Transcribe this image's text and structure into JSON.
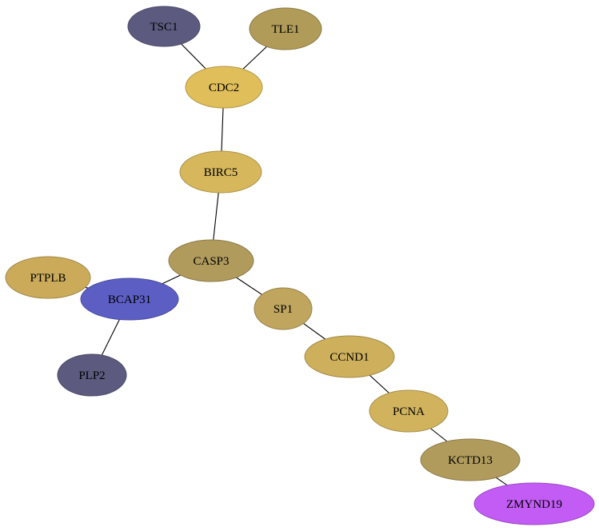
{
  "nodes": [
    {
      "id": "TSC1",
      "label": "TSC1",
      "color": "#5c5b7f"
    },
    {
      "id": "TLE1",
      "label": "TLE1",
      "color": "#b09b58"
    },
    {
      "id": "CDC2",
      "label": "CDC2",
      "color": "#e0be5a"
    },
    {
      "id": "BIRC5",
      "label": "BIRC5",
      "color": "#d6b75c"
    },
    {
      "id": "CASP3",
      "label": "CASP3",
      "color": "#b09b5c"
    },
    {
      "id": "PTPLB",
      "label": "PTPLB",
      "color": "#cbab5a"
    },
    {
      "id": "BCAP31",
      "label": "BCAP31",
      "color": "#5c5ec4"
    },
    {
      "id": "SP1",
      "label": "SP1",
      "color": "#bfa55e"
    },
    {
      "id": "PLP2",
      "label": "PLP2",
      "color": "#5c5b7f"
    },
    {
      "id": "CCND1",
      "label": "CCND1",
      "color": "#cdaf5c"
    },
    {
      "id": "PCNA",
      "label": "PCNA",
      "color": "#d1b35e"
    },
    {
      "id": "KCTD13",
      "label": "KCTD13",
      "color": "#b19b5c"
    },
    {
      "id": "ZMYND19",
      "label": "ZMYND19",
      "color": "#c25cf5"
    }
  ],
  "edges": [
    [
      "TSC1",
      "CDC2"
    ],
    [
      "TLE1",
      "CDC2"
    ],
    [
      "CDC2",
      "BIRC5"
    ],
    [
      "BIRC5",
      "CASP3"
    ],
    [
      "CASP3",
      "BCAP31"
    ],
    [
      "CASP3",
      "SP1"
    ],
    [
      "PTPLB",
      "BCAP31"
    ],
    [
      "BCAP31",
      "PLP2"
    ],
    [
      "SP1",
      "CCND1"
    ],
    [
      "CCND1",
      "PCNA"
    ],
    [
      "PCNA",
      "KCTD13"
    ],
    [
      "KCTD13",
      "ZMYND19"
    ]
  ]
}
